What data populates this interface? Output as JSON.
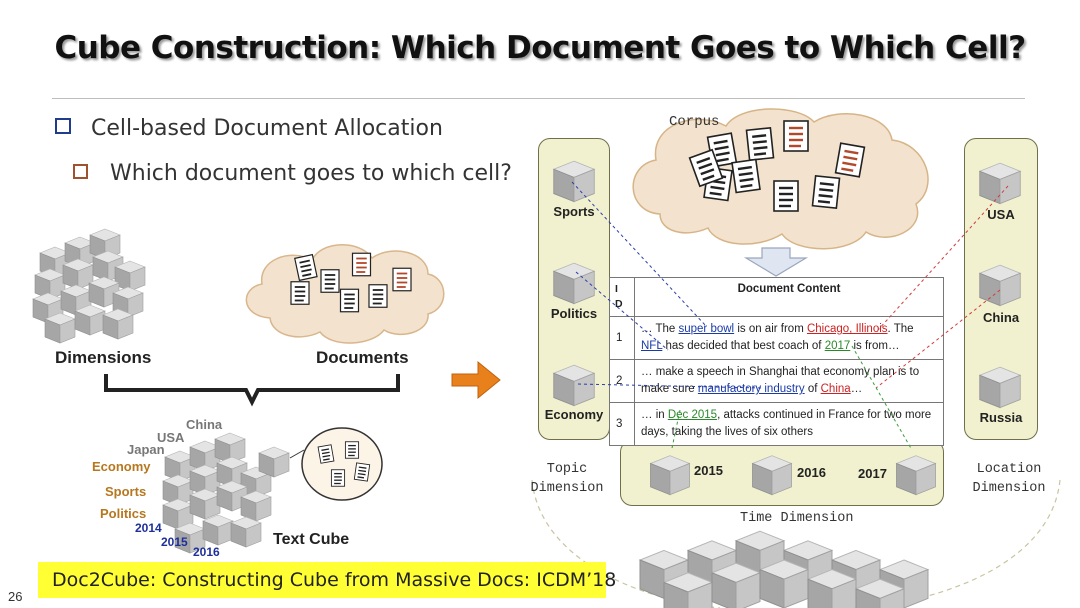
{
  "title": "Cube Construction: Which Document Goes to Which Cell?",
  "bullets": {
    "level1": "Cell-based Document Allocation",
    "level2": "Which document goes to which cell?"
  },
  "left_diagram": {
    "dimensions_label": "Dimensions",
    "documents_label": "Documents",
    "text_cube_label": "Text Cube",
    "location_labels": [
      "China",
      "USA",
      "Japan"
    ],
    "topic_labels": [
      "Economy",
      "Sports",
      "Politics"
    ],
    "year_labels": [
      "2014",
      "2015",
      "2016"
    ]
  },
  "right_diagram": {
    "corpus_label": "Corpus",
    "topic_cells": [
      "Sports",
      "Politics",
      "Economy"
    ],
    "location_cells": [
      "USA",
      "China",
      "Russia"
    ],
    "time_cells": [
      "2015",
      "2016",
      "2017"
    ],
    "topic_dimension_label": "Topic\nDimension",
    "location_dimension_label": "Location\nDimension",
    "time_dimension_label": "Time Dimension",
    "table": {
      "id_header": "I\nD",
      "content_header": "Document Content",
      "rows": [
        {
          "id": "1",
          "parts": [
            {
              "t": "… The ",
              "c": ""
            },
            {
              "t": "super bowl",
              "c": "blue"
            },
            {
              "t": " is on air from ",
              "c": ""
            },
            {
              "t": "Chicago, Illinois",
              "c": "red"
            },
            {
              "t": ". The ",
              "c": ""
            },
            {
              "t": "NFL",
              "c": "blue"
            },
            {
              "t": " has decided that best coach of ",
              "c": ""
            },
            {
              "t": "2017",
              "c": "green"
            },
            {
              "t": " is from…",
              "c": ""
            }
          ]
        },
        {
          "id": "2",
          "parts": [
            {
              "t": "… make a speech in Shanghai that economy plan is to make sure ",
              "c": ""
            },
            {
              "t": "manufactory industry",
              "c": "blue"
            },
            {
              "t": " of ",
              "c": ""
            },
            {
              "t": "China",
              "c": "red"
            },
            {
              "t": "…",
              "c": ""
            }
          ]
        },
        {
          "id": "3",
          "parts": [
            {
              "t": "… in ",
              "c": ""
            },
            {
              "t": "Dec 2015",
              "c": "green"
            },
            {
              "t": ", attacks continued in France for two more days, taking the lives of six others",
              "c": ""
            }
          ]
        }
      ]
    }
  },
  "footer": "Doc2Cube: Constructing Cube from Massive Docs: ICDM’18",
  "page_number": "26",
  "colors": {
    "panel": "#f1f1cf",
    "arrow": "#e8801c",
    "footer_bg": "#ffff33",
    "link_blue": "#1a3aa8",
    "link_red": "#c22222",
    "link_green": "#2a8a2a"
  }
}
